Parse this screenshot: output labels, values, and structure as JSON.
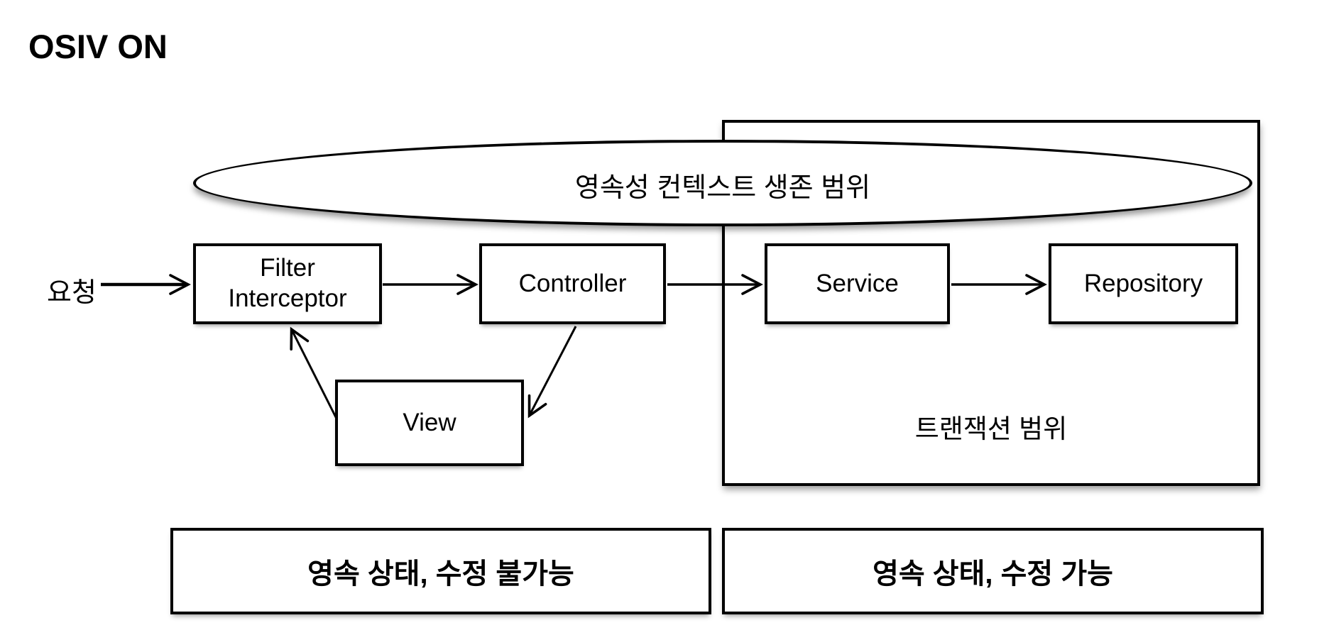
{
  "title": "OSIV ON",
  "request_label": "요청",
  "scopes": {
    "persistence_context": "영속성 컨텍스트 생존 범위",
    "transaction": "트랜잭션 범위"
  },
  "nodes": {
    "filter_interceptor": "Filter Interceptor",
    "controller": "Controller",
    "service": "Service",
    "repository": "Repository",
    "view": "View"
  },
  "legend": {
    "left_label": "영속 상태, 수정 불가능",
    "right_label": "영속 상태, 수정 가능"
  },
  "edges": [
    {
      "from": "요청",
      "to": "Filter Interceptor"
    },
    {
      "from": "Filter Interceptor",
      "to": "Controller"
    },
    {
      "from": "Controller",
      "to": "Service"
    },
    {
      "from": "Service",
      "to": "Repository"
    },
    {
      "from": "Controller",
      "to": "View"
    },
    {
      "from": "View",
      "to": "Filter Interceptor"
    }
  ],
  "colors": {
    "stroke": "#000000",
    "background": "#ffffff"
  }
}
